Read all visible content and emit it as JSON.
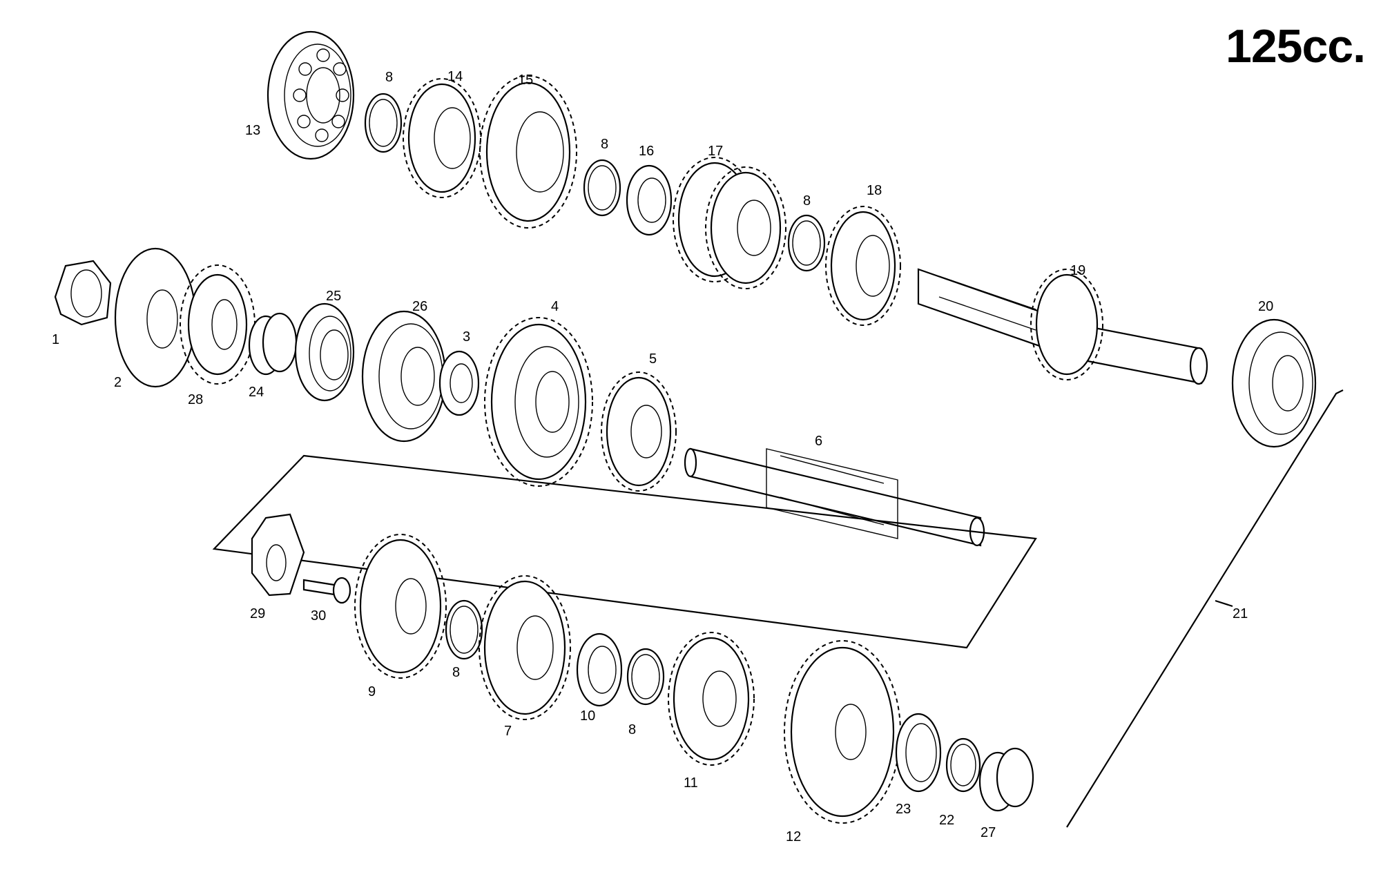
{
  "title": "125cc.",
  "parts": [
    {
      "id": "p1",
      "label": "1"
    },
    {
      "id": "p2",
      "label": "2"
    },
    {
      "id": "p3",
      "label": "3"
    },
    {
      "id": "p4",
      "label": "4"
    },
    {
      "id": "p5",
      "label": "5"
    },
    {
      "id": "p6",
      "label": "6"
    },
    {
      "id": "p7",
      "label": "7"
    },
    {
      "id": "p8a",
      "label": "8"
    },
    {
      "id": "p8b",
      "label": "8"
    },
    {
      "id": "p8c",
      "label": "8"
    },
    {
      "id": "p8d",
      "label": "8"
    },
    {
      "id": "p8e",
      "label": "8"
    },
    {
      "id": "p9",
      "label": "9"
    },
    {
      "id": "p10",
      "label": "10"
    },
    {
      "id": "p11",
      "label": "11"
    },
    {
      "id": "p12",
      "label": "12"
    },
    {
      "id": "p13",
      "label": "13"
    },
    {
      "id": "p14",
      "label": "14"
    },
    {
      "id": "p15",
      "label": "15"
    },
    {
      "id": "p16",
      "label": "16"
    },
    {
      "id": "p17",
      "label": "17"
    },
    {
      "id": "p18",
      "label": "18"
    },
    {
      "id": "p19",
      "label": "19"
    },
    {
      "id": "p20",
      "label": "20"
    },
    {
      "id": "p21",
      "label": "21"
    },
    {
      "id": "p22",
      "label": "22"
    },
    {
      "id": "p23",
      "label": "23"
    },
    {
      "id": "p24",
      "label": "24"
    },
    {
      "id": "p25",
      "label": "25"
    },
    {
      "id": "p26",
      "label": "26"
    },
    {
      "id": "p27",
      "label": "27"
    },
    {
      "id": "p28",
      "label": "28"
    },
    {
      "id": "p29",
      "label": "29"
    },
    {
      "id": "p30",
      "label": "30"
    }
  ]
}
